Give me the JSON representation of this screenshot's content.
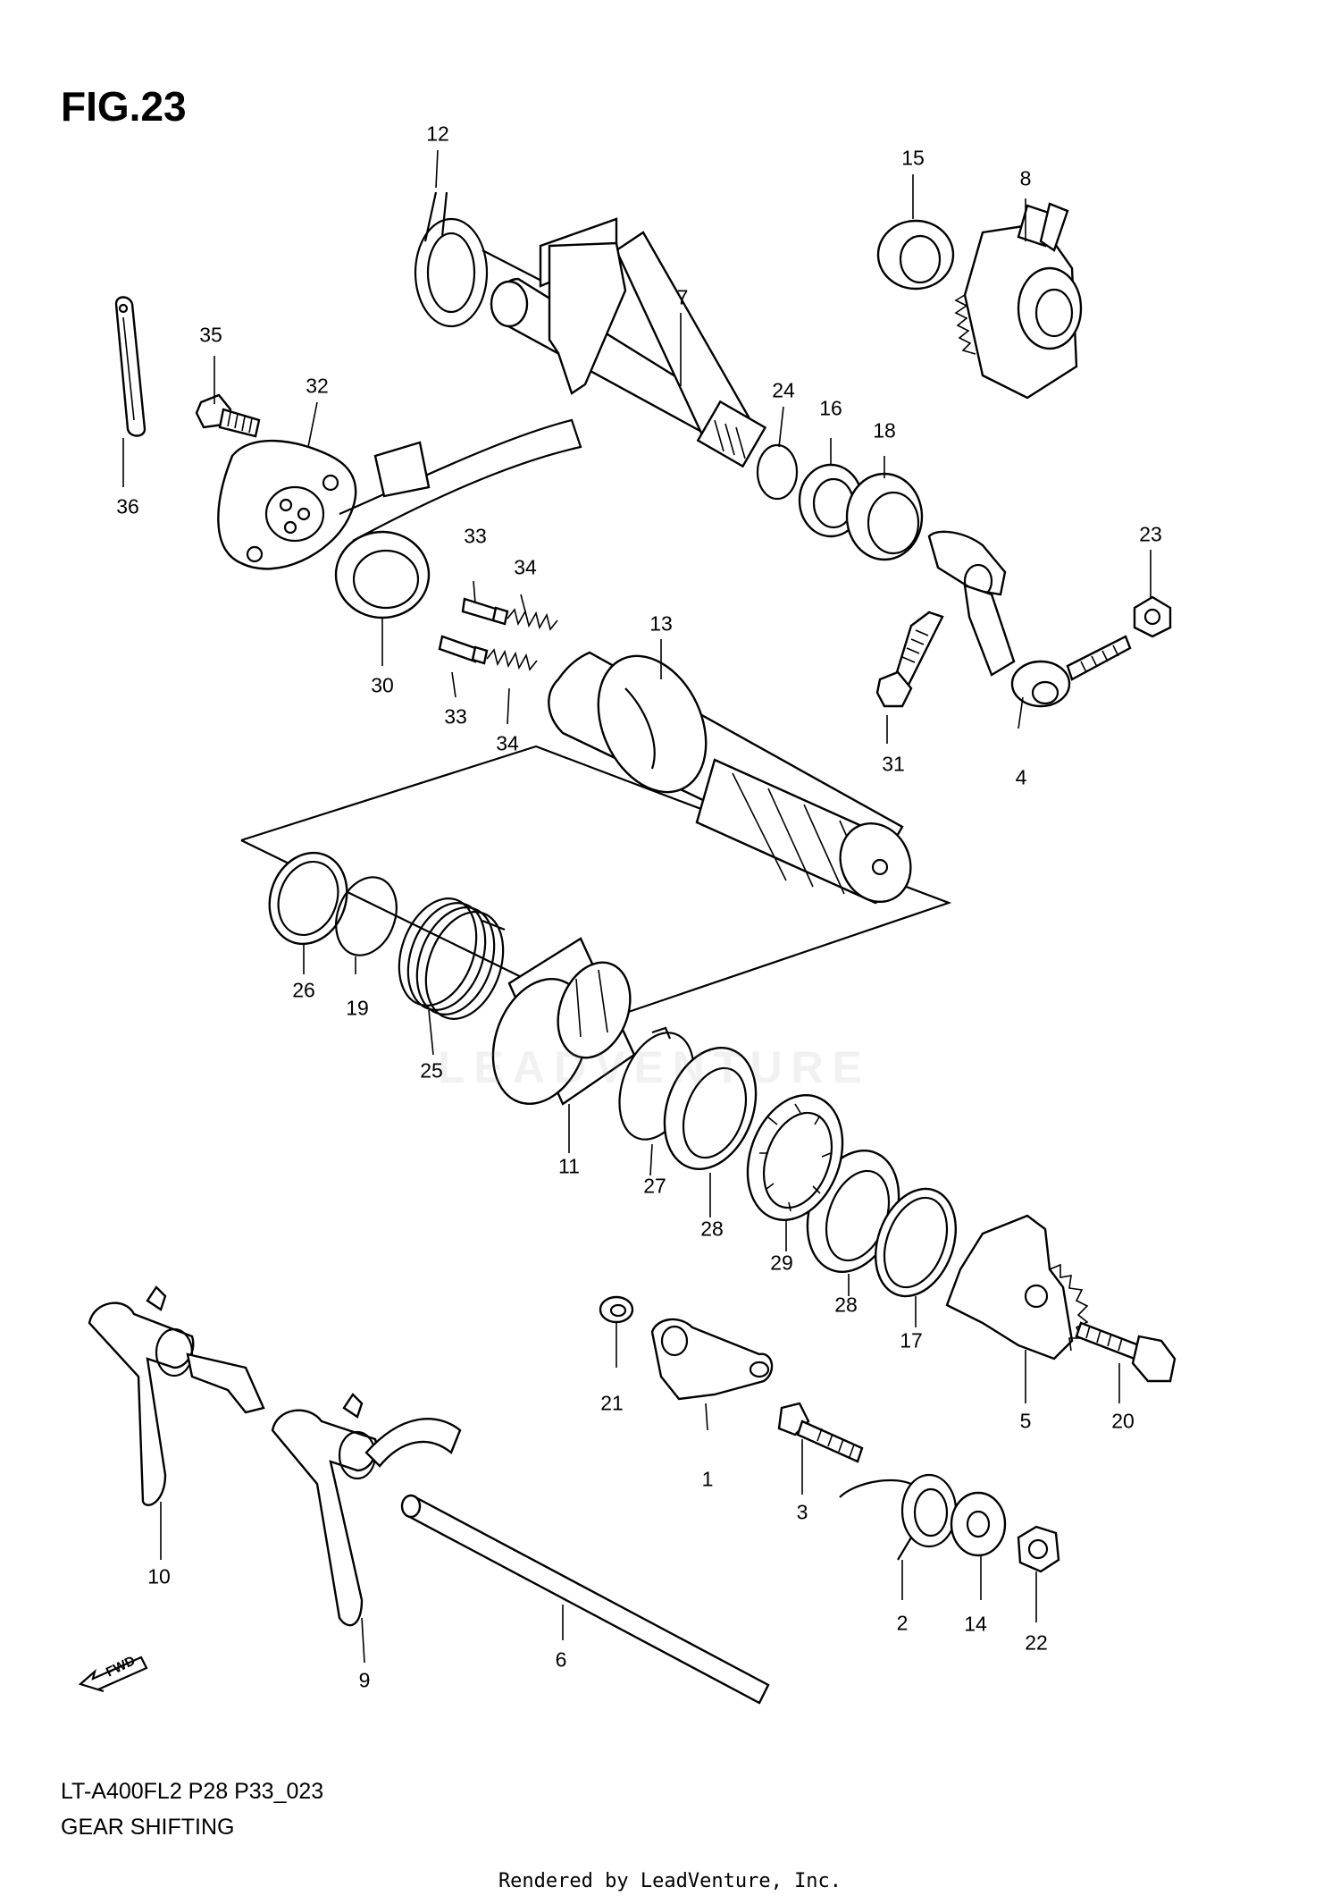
{
  "figure": {
    "title": "FIG.23",
    "model_code": "LT-A400FL2 P28 P33_023",
    "subtitle": "GEAR SHIFTING",
    "credit": "Rendered by LeadVenture, Inc.",
    "watermark": "LEADVENTURE",
    "fwd_label": "FWD"
  },
  "callouts": [
    "12",
    "15",
    "8",
    "7",
    "35",
    "32",
    "24",
    "16",
    "18",
    "36",
    "33",
    "34",
    "23",
    "30",
    "13",
    "33",
    "34",
    "31",
    "4",
    "26",
    "19",
    "25",
    "11",
    "27",
    "28",
    "29",
    "28",
    "17",
    "21",
    "1",
    "5",
    "20",
    "3",
    "10",
    "9",
    "6",
    "2",
    "14",
    "22"
  ],
  "icons": [
    "fwd-arrow-icon",
    "watermark-logo-icon"
  ]
}
